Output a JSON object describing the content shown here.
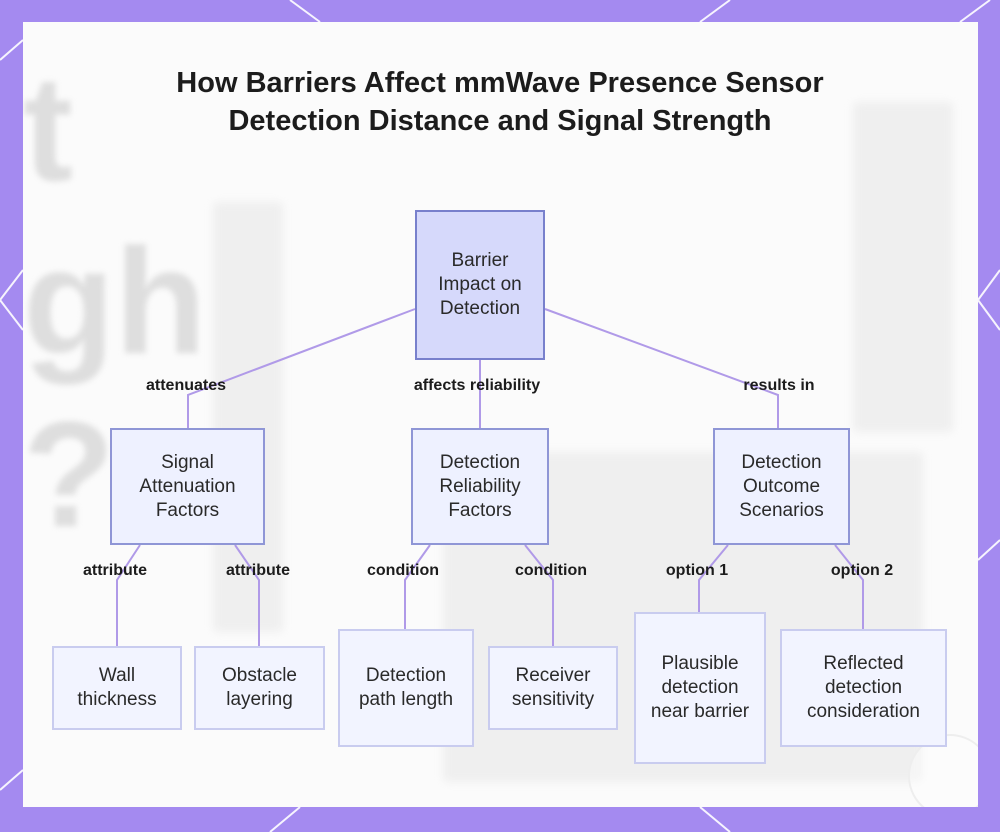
{
  "title": "How Barriers Affect mmWave Presence Sensor Detection Distance and Signal Strength",
  "colors": {
    "frame": "#a48af0",
    "edge": "#b09ae8",
    "node_border": "#8f96d6",
    "node_fill": "#eef1ff",
    "root_fill": "#d6d9fb"
  },
  "nodes": {
    "root": "Barrier Impact on Detection",
    "signal": "Signal Attenuation Factors",
    "reliability": "Detection Reliability Factors",
    "outcome": "Detection Outcome Scenarios",
    "wall": "Wall thickness",
    "obstacle": "Obstacle layering",
    "path": "Detection path length",
    "receiver": "Receiver sensitivity",
    "plausible": "Plausible detection near barrier",
    "reflected": "Reflected detection consideration"
  },
  "edge_labels": {
    "attenuates": "attenuates",
    "affects": "affects reliability",
    "results": "results in",
    "attr1": "attribute",
    "attr2": "attribute",
    "cond1": "condition",
    "cond2": "condition",
    "opt1": "option 1",
    "opt2": "option 2"
  }
}
